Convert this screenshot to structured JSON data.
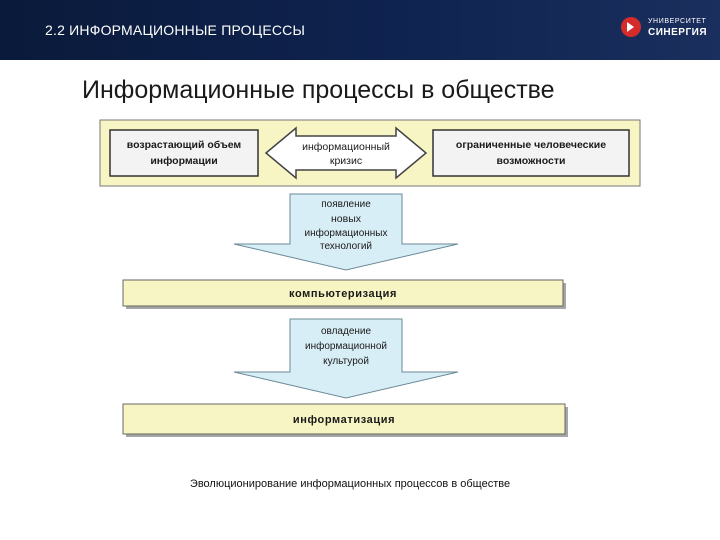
{
  "header": {
    "section_title": "2.2 ИНФОРМАЦИОННЫЕ ПРОЦЕССЫ",
    "logo_line1": "УНИВЕРСИТЕТ",
    "logo_line2": "СИНЕРГИЯ"
  },
  "slide_title": "Информационные процессы  в обществе",
  "diagram": {
    "top_left": [
      "возрастающий объем",
      "информации"
    ],
    "top_center": [
      "информационный",
      "кризис"
    ],
    "top_right": [
      "ограниченные человеческие",
      "возможности"
    ],
    "arrow1": [
      "появление",
      "новых",
      "информационных",
      "технологий"
    ],
    "bar1": "компьютеризация",
    "arrow2": [
      "овладение",
      "информационной",
      "культурой"
    ],
    "bar2": "информатизация"
  },
  "caption": "Эволюционирование информационных процессов в обществе",
  "colors": {
    "header_bg": "#0f2350",
    "logo_red": "#d52b2b",
    "panel_yellow": "#f7f5c4",
    "arrow_blue": "#d8eef6"
  }
}
